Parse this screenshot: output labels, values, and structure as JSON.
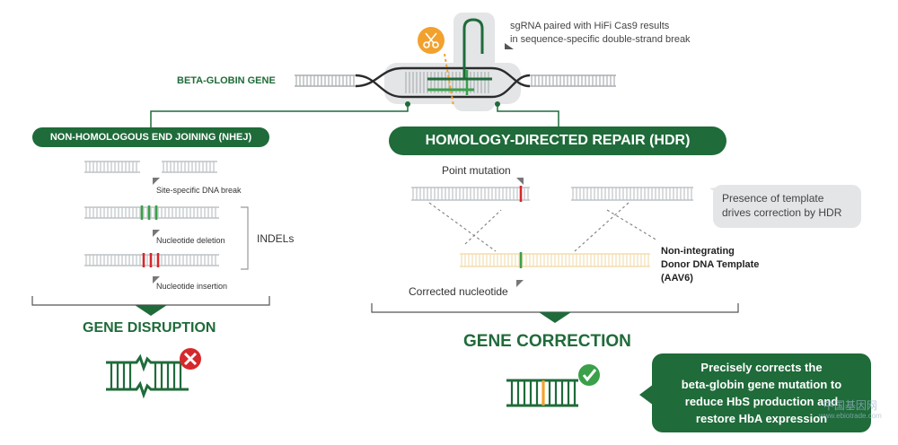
{
  "gene_label": "BETA-GLOBIN GENE",
  "sgrna_note": {
    "line1": "sgRNA paired with HiFi Cas9 results",
    "line2": "in sequence-specific double-strand break"
  },
  "nhej": {
    "title": "NON-HOMOLOGOUS END JOINING (NHEJ)",
    "site_break": "Site-specific DNA break",
    "deletion": "Nucleotide deletion",
    "insertion": "Nucleotide insertion",
    "indels": "INDELs",
    "outcome": "GENE DISRUPTION"
  },
  "hdr": {
    "title": "HOMOLOGY-DIRECTED REPAIR (HDR)",
    "point_mutation": "Point mutation",
    "template_note": {
      "line1": "Presence of template",
      "line2": "drives correction by HDR"
    },
    "donor": {
      "line1": "Non-integrating",
      "line2": "Donor DNA Template",
      "line3": "(AAV6)"
    },
    "corrected": "Corrected nucleotide",
    "outcome": "GENE CORRECTION"
  },
  "result_bubble": {
    "line1": "Precisely corrects the",
    "line2": "beta-globin gene mutation to",
    "line3": "reduce HbS production and",
    "line4": "restore HbA expression"
  },
  "watermark": {
    "line1": "中国基因网",
    "line2": "www.ebiotrade.com"
  },
  "colors": {
    "brand_green": "#1f6b3a",
    "accent_green": "#3aa04a",
    "mutation_red": "#d6282b",
    "template_tan": "#f2ddb1",
    "cas9_orange": "#f2a12e",
    "callout_gray": "#e3e5e6",
    "dna_gray": "#a9adb0"
  },
  "icons": {
    "cut": "scissors-icon",
    "fail": "x-circle-icon",
    "success": "check-circle-icon"
  }
}
